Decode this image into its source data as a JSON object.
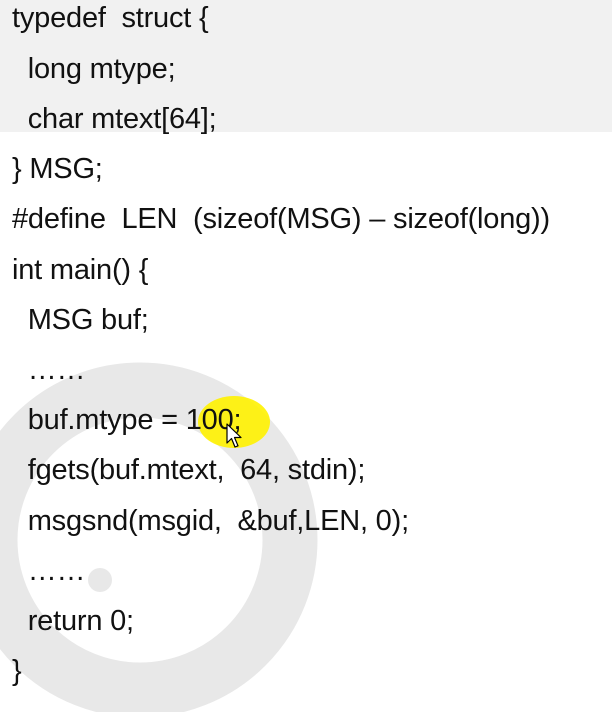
{
  "code": {
    "lines": [
      "typedef  struct {",
      "  long mtype;",
      "  char mtext[64];",
      "} MSG;",
      "#define  LEN  (sizeof(MSG) – sizeof(long))",
      "int main() {",
      "  MSG buf;",
      "  ……",
      "  buf.mtype = 100;",
      "  fgets(buf.mtext,  64, stdin);",
      "  msgsnd(msgid,  &buf,LEN, 0);",
      "  ……",
      "  return 0;",
      "}"
    ]
  },
  "colors": {
    "text": "#111111",
    "band": "#f1f1f1",
    "highlight": "#fff200",
    "watermark": "#e6e6e6"
  },
  "icons": {
    "watermark": "circle-logo-watermark",
    "cursor": "mouse-pointer-icon"
  }
}
